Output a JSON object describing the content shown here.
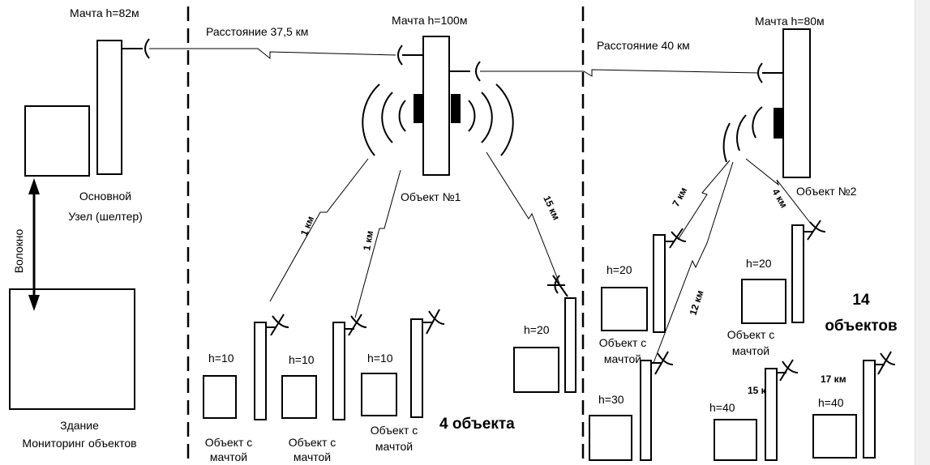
{
  "mast_main_label": "Мачта h=82м",
  "mast_1_label": "Мачта h=100м",
  "mast_2_label": "Мачта h=80м",
  "distance_1": "Расстояние 37,5 км",
  "distance_2": "Расстояние 40 км",
  "main_node_line1": "Основной",
  "main_node_line2": "Узел (шелтер)",
  "fiber_label": "Волокно",
  "building_line1": "Здание",
  "building_line2": "Мониторинг объектов",
  "object_1_label": "Объект №1",
  "object_2_label": "Объект №2",
  "group_1_count": "4 объекта",
  "group_2_count_line1": "14",
  "group_2_count_line2": "объектов",
  "object_with_mast_line1": "Объект с",
  "object_with_mast_line2": "мачтой",
  "heights": {
    "a": "h=10",
    "b": "h=10",
    "c": "h=10",
    "d": "h=20",
    "e": "h=20",
    "f": "h=20",
    "g": "h=30",
    "h": "h=40",
    "i": "h=40"
  },
  "link_distances": {
    "a": "1 км",
    "b": "1 км",
    "c": "15 км",
    "d": "7 км",
    "e": "4 км",
    "f": "12 км",
    "g": "15 км",
    "h": "17 км"
  }
}
